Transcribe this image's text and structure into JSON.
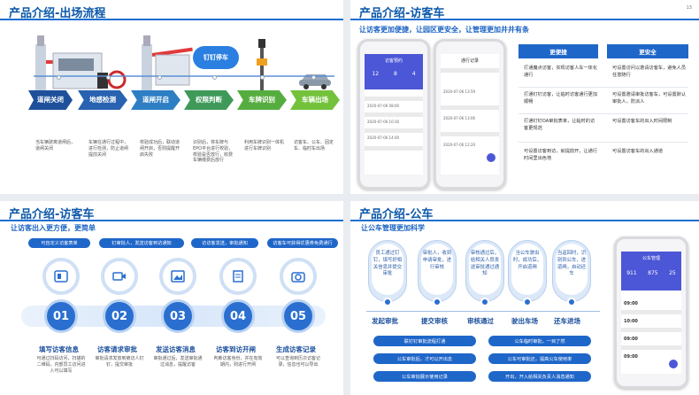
{
  "panel_tl": {
    "title": "产品介绍-出场流程",
    "steps": [
      {
        "label": "道闸关闭",
        "desc": "当车辆驶离道闸后，道闸关闭"
      },
      {
        "label": "地感检测",
        "desc": "车辆在通行过程中，进行检测，防止道闸提前关闭"
      },
      {
        "label": "道闸开启",
        "desc": "校验成功后，联动道闸开启，否则提醒开启失败"
      },
      {
        "label": "权限判断",
        "desc": "识别后，将车牌与EPO平台进行校验，校验是否放行，收费车辆缴费后放行"
      },
      {
        "label": "车牌识别",
        "desc": "利用车牌识别一体机进行车牌识别"
      },
      {
        "label": "车辆出场",
        "desc": "访客车、公车、固定车、临时车出场"
      }
    ],
    "cloud_label": "钉钉停车",
    "colors": [
      "#1e4f9a",
      "#2862b0",
      "#2e7ec4",
      "#3f9a5a",
      "#56ad3f",
      "#74c23c"
    ]
  },
  "panel_tr": {
    "title": "产品介绍-访客车",
    "page_number": "13",
    "subtitle": "让访客更加便捷，让园区更安全，让管理更加井井有条",
    "col1_header": "更便捷",
    "col2_header": "更安全",
    "col1_items": [
      "打通魔点访客，实现访客人车一体化通行",
      "打通钉钉访客，让临时访客通行更加顺畅",
      "打通钉钉OA审批表单，让临时的访客更规范",
      "可设置访客到访，就提前开，让通行时间里出色地"
    ],
    "col2_items": [
      "可设置访问以邀请访客车，避免人员任意随行",
      "可设置邀请审批访客车，可设置默认审批人，防派人",
      "可设置访客车的出入时间限制",
      "可设置访客车的出入通道"
    ],
    "phone1": {
      "app_title": "访客预约",
      "stats": [
        "12",
        "8",
        "4"
      ],
      "rows": [
        "2020-07-06 08:00",
        "2020-07-06 10:30",
        "2020-07-06 14:00"
      ]
    },
    "phone2": {
      "app_title": "通行记录",
      "rows": [
        "2020-07-06 13:59",
        "2020-07-06 13:06",
        "2020-07-06 12:20"
      ]
    }
  },
  "panel_bl": {
    "title": "产品介绍-访客车",
    "subtitle": "让访客出入更方便，更简单",
    "pills": [
      "可自定义访客表单",
      "钉审批人，发送访客到访通知",
      "访访客发送，审批通知",
      "访客车可获得优惠券免费通行"
    ],
    "steps": [
      {
        "num": "01",
        "label": "填写访客信息",
        "desc": "可通过扫码访问，扫描的二维码，内部员工访问进入可以填写"
      },
      {
        "num": "02",
        "label": "访客请求审批",
        "desc": "审批请求发放到被访人钉钉，提交审批"
      },
      {
        "num": "03",
        "label": "发送访客消息",
        "desc": "审批通过后，发送审批通过消息，提醒访客"
      },
      {
        "num": "04",
        "label": "访客到访开闸",
        "desc": "判断访客身份，并在有效期内，则进行开闸"
      },
      {
        "num": "05",
        "label": "生成访客记录",
        "desc": "可以查询到历次访客记录，信息也可以导出"
      }
    ]
  },
  "panel_br": {
    "title": "产品介绍-公车",
    "subtitle": "让公车管理更加科学",
    "pins": [
      {
        "desc": "员工通过钉钉，填写好相关信息并提交审批",
        "label": "发起审批"
      },
      {
        "desc": "审批人，收到申请审批，进行审核",
        "label": "提交审核"
      },
      {
        "desc": "审核通过后，给相关人员发送审批通过通知",
        "label": "审核通过"
      },
      {
        "desc": "当公车驶出时，成功后，开启道闸",
        "label": "驶出车场"
      },
      {
        "desc": "当返回时，识别到公车，进道闸，自动还车",
        "label": "还车进场"
      }
    ],
    "features": [
      [
        "联钉钉审批流程打通",
        "公车临时审批，一目了然"
      ],
      [
        "公车审批后，才可以开出去",
        "公车可审批还，提高公车使用率"
      ],
      [
        "公车审批展示使用记录",
        "开出，开入给相关负责人消息通知"
      ]
    ],
    "phone": {
      "app_title": "公车管理",
      "stats": [
        "911",
        "875",
        "25"
      ],
      "times": [
        "09:00",
        "10:00",
        "09:00",
        "09:00"
      ]
    }
  }
}
